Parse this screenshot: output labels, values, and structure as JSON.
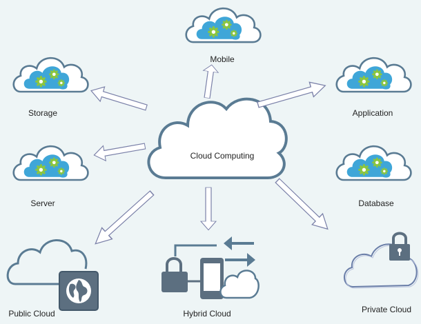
{
  "center": {
    "label": "Cloud Computing"
  },
  "nodes": {
    "mobile": "Mobile",
    "storage": "Storage",
    "application": "Application",
    "server": "Server",
    "database": "Database",
    "public_cloud": "Public Cloud",
    "hybrid_cloud": "Hybrid Cloud",
    "private_cloud": "Private Cloud"
  },
  "colors": {
    "background": "#eef5f6",
    "cloud_outline": "#5a7b93",
    "blue_blob": "#3fa6d8",
    "gear_green": "#8cc63f",
    "arrow_outline": "#7a80a8",
    "device_fill": "#5c6f80"
  },
  "icons": {
    "globe": "globe-icon",
    "padlock": "padlock-icon",
    "gears": "gears-icon",
    "sync_arrows": "sync-arrows-icon"
  }
}
